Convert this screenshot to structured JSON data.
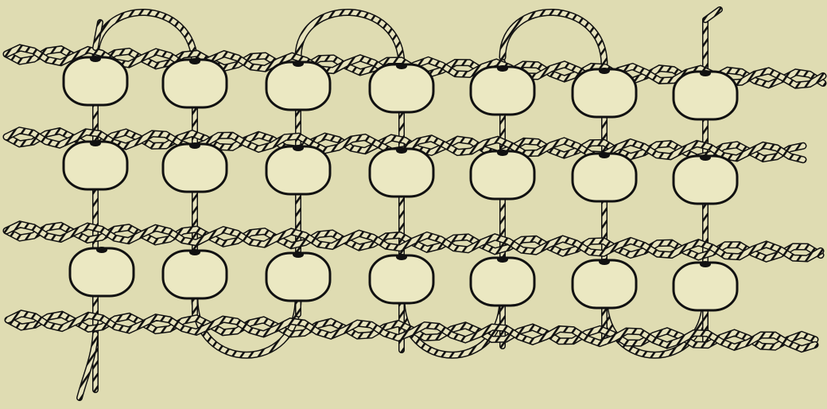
{
  "figure": {
    "background": "#dfdcb2",
    "ink": "#111111",
    "bead_fill": "#ebe8c2",
    "warp_count": 7,
    "weft_count": 4,
    "bead_rows": 3
  }
}
